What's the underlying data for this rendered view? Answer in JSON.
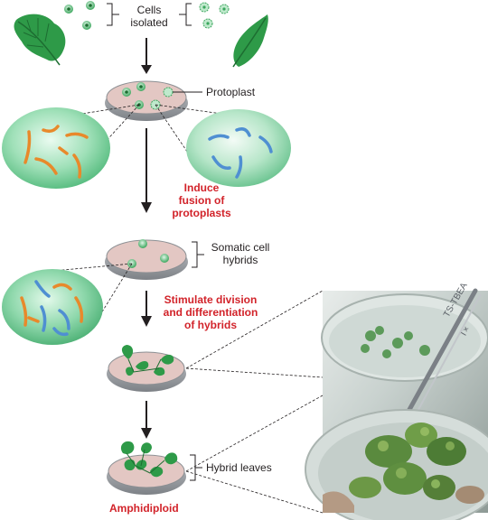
{
  "labels": {
    "cells_isolated": [
      "Cells",
      "isolated"
    ],
    "protoplast": "Protoplast",
    "induce_fusion": [
      "Induce",
      "fusion of",
      "protoplasts"
    ],
    "somatic_hybrids": [
      "Somatic cell",
      "hybrids"
    ],
    "stimulate_division": [
      "Stimulate division",
      "and differentiation",
      "of hybrids"
    ],
    "hybrid_leaves": "Hybrid leaves",
    "amphidiploid": "Amphidiploid"
  },
  "photo": {
    "dish_lid_text": [
      "TS-TBEA",
      "T×"
    ]
  },
  "colors": {
    "accent_red": "#d2232a",
    "chromosome_orange": "#e8892b",
    "chromosome_blue": "#4f8fd2",
    "leaf_green": "#2e9a48",
    "cell_green": "#5fc07a",
    "dish_pink": "#e3c7c3"
  }
}
